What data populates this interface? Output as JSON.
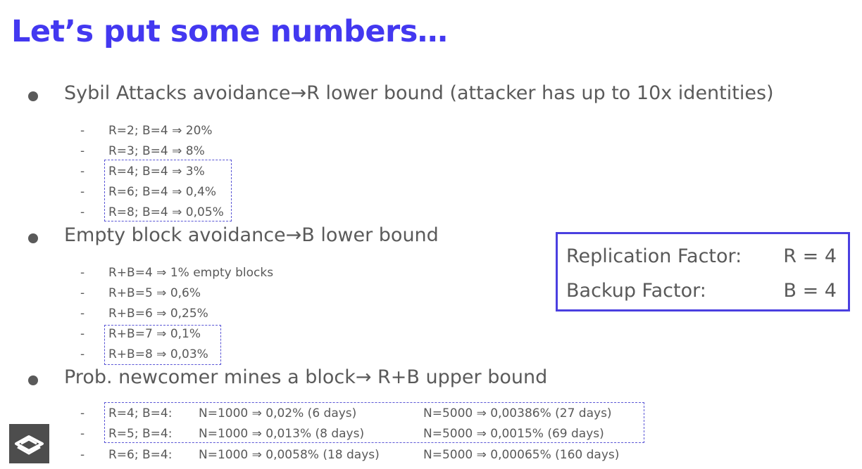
{
  "title": "Let’s put some numbers…",
  "sections": [
    {
      "heading": "Sybil Attacks avoidance→R lower bound (attacker has up to 10x identities)",
      "items": [
        "R=2; B=4 ⇒ 20%",
        "R=3; B=4 ⇒ 8%",
        "R=4; B=4 ⇒ 3%",
        "R=6; B=4 ⇒ 0,4%",
        "R=8; B=4 ⇒ 0,05%"
      ]
    },
    {
      "heading": "Empty block avoidance→B lower bound",
      "items": [
        "R+B=4 ⇒ 1% empty blocks",
        "R+B=5 ⇒ 0,6%",
        "R+B=6 ⇒ 0,25%",
        "R+B=7 ⇒ 0,1%",
        "R+B=8 ⇒ 0,03%"
      ]
    },
    {
      "heading": "Prob. newcomer mines a block→ R+B upper bound",
      "rows": [
        {
          "rb": "R=4; B=4:",
          "n1000": "N=1000 ⇒ 0,02% (6 days)",
          "n5000": "N=5000 ⇒ 0,00386% (27 days)"
        },
        {
          "rb": "R=5; B=4:",
          "n1000": "N=1000 ⇒ 0,013% (8 days)",
          "n5000": "N=5000 ⇒ 0,0015% (69 days)"
        },
        {
          "rb": "R=6; B=4:",
          "n1000": "N=1000 ⇒ 0,0058% (18 days)",
          "n5000": "N=5000 ⇒ 0,00065% (160 days)"
        }
      ]
    }
  ],
  "infobox": {
    "replication_label": "Replication Factor:",
    "replication_value": "R = 4",
    "backup_label": "Backup Factor:",
    "backup_value": "B = 4"
  },
  "dash": "-",
  "colors": {
    "title": "#4338f0",
    "accent_border": "#4a3fe0",
    "text": "#595959"
  },
  "logo_icon": "eye-icon"
}
